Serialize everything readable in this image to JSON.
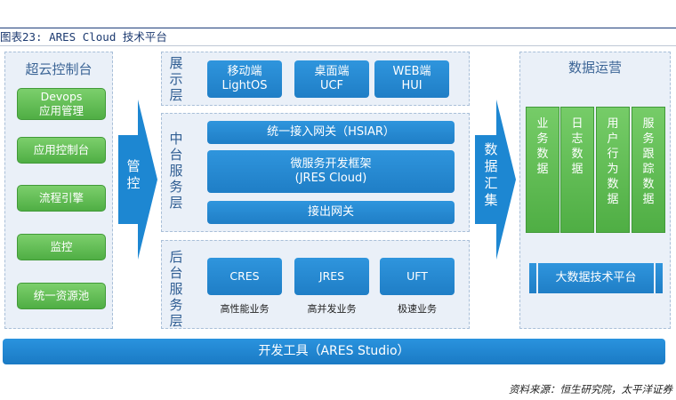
{
  "caption": "图表23: ARES Cloud 技术平台",
  "left_panel": {
    "title": "超云控制台",
    "items": [
      {
        "lines": [
          "Devops",
          "应用管理"
        ]
      },
      {
        "lines": [
          "应用控制台"
        ]
      },
      {
        "lines": [
          "流程引擎"
        ]
      },
      {
        "lines": [
          "监控"
        ]
      },
      {
        "lines": [
          "统一资源池"
        ]
      }
    ]
  },
  "arrow_manage": [
    "管",
    "控"
  ],
  "presentation": {
    "label": [
      "展",
      "示",
      "层"
    ],
    "buttons": [
      {
        "lines": [
          "移动端",
          "LightOS"
        ]
      },
      {
        "lines": [
          "桌面端",
          "UCF"
        ]
      },
      {
        "lines": [
          "WEB端",
          "HUI"
        ]
      }
    ]
  },
  "middle": {
    "label": [
      "中",
      "台",
      "服",
      "务",
      "层"
    ],
    "gateway": "统一接入网关（HSIAR）",
    "framework": [
      "微服务开发框架",
      "(JRES Cloud)"
    ],
    "egress": "接出网关"
  },
  "backend": {
    "label": [
      "后",
      "台",
      "服",
      "务",
      "层"
    ],
    "buttons": [
      {
        "name": "CRES",
        "sub": "高性能业务"
      },
      {
        "name": "JRES",
        "sub": "高并发业务"
      },
      {
        "name": "UFT",
        "sub": "极速业务"
      }
    ]
  },
  "arrow_data": [
    "数",
    "据",
    "汇",
    "集"
  ],
  "operations": {
    "title": "数据运营",
    "columns": [
      [
        "业",
        "务",
        "数",
        "据"
      ],
      [
        "日",
        "志",
        "数",
        "据"
      ],
      [
        "用",
        "户",
        "行",
        "为",
        "数",
        "据"
      ],
      [
        "服",
        "务",
        "跟",
        "踪",
        "数",
        "据"
      ]
    ],
    "platform": "大数据技术平台"
  },
  "footer": "开发工具（ARES Studio）",
  "source": "资料来源：恒生研究院，太平洋证券"
}
